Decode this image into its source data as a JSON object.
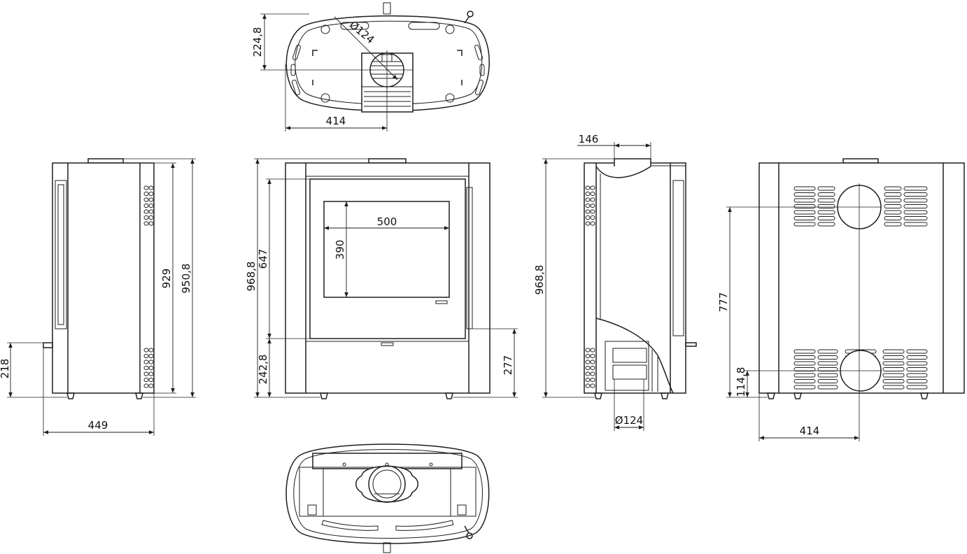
{
  "drawing": {
    "top_view": {
      "depth_dimension": "224,8",
      "flue_diameter": "Ø124",
      "width_dimension": "414"
    },
    "side_view": {
      "body_height": "929",
      "overall_height": "950,8",
      "lip_height": "218",
      "depth": "449"
    },
    "front_view": {
      "overall_height": "968,8",
      "door_height": "647",
      "window_width": "500",
      "window_height": "390",
      "base_height": "242,8",
      "right_height": "277"
    },
    "section_view": {
      "flue_offset": "146",
      "overall_height": "968,8",
      "flue_diameter": "Ø124"
    },
    "rear_view": {
      "outlet_height": "777",
      "lower_outlet_height": "114,8",
      "width_dimension": "414"
    }
  }
}
